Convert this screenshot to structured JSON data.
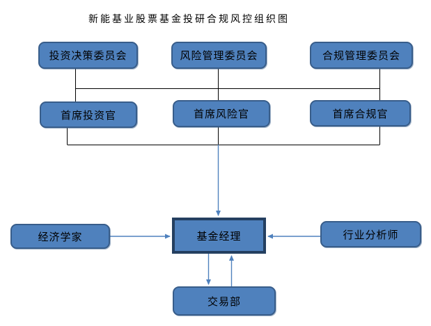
{
  "title": "新能基业股票基金投研合规风控组织图",
  "colors": {
    "node_fill": "#4F81BD",
    "node_border": "#385D8A",
    "manager_border": "#243F60",
    "bracket_line": "#000000",
    "arrow_line": "#4F81BD"
  },
  "nodes": {
    "investment_committee": {
      "label": "投资决策委员会"
    },
    "risk_committee": {
      "label": "风险管理委员会"
    },
    "compliance_committee": {
      "label": "合规管理委员会"
    },
    "chief_investment_officer": {
      "label": "首席投资官"
    },
    "chief_risk_officer": {
      "label": "首席风险官"
    },
    "chief_compliance_officer": {
      "label": "首席合规官"
    },
    "economist": {
      "label": "经济学家"
    },
    "fund_manager": {
      "label": "基金经理"
    },
    "industry_analyst": {
      "label": "行业分析师"
    },
    "trading_department": {
      "label": "交易部"
    }
  },
  "edges": [
    {
      "from": "投资决策委员会",
      "to": "首席投资官",
      "type": "line"
    },
    {
      "from": "风险管理委员会",
      "to": "首席风险官",
      "type": "line"
    },
    {
      "from": "合规管理委员会",
      "to": "首席合规官",
      "type": "line"
    },
    {
      "from": "首席投资官+首席风险官+首席合规官",
      "to": "基金经理",
      "type": "arrow"
    },
    {
      "from": "经济学家",
      "to": "基金经理",
      "type": "arrow"
    },
    {
      "from": "行业分析师",
      "to": "基金经理",
      "type": "arrow"
    },
    {
      "from": "基金经理",
      "to": "交易部",
      "type": "arrow"
    },
    {
      "from": "交易部",
      "to": "基金经理",
      "type": "arrow"
    }
  ]
}
